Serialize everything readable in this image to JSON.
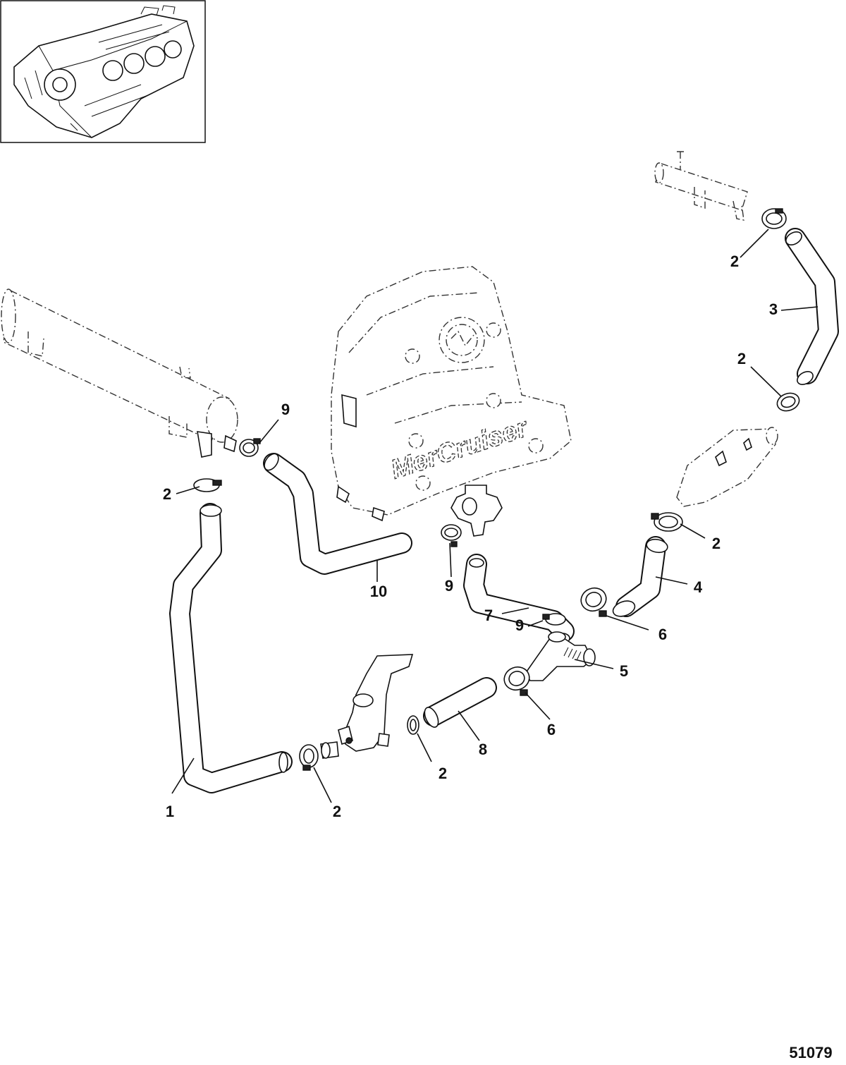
{
  "figure_number": "51079",
  "manifold_brand_text": "MerCruiser",
  "callouts": [
    {
      "id": "hose-1",
      "label": "1"
    },
    {
      "id": "clamp-2-upper-right",
      "label": "2"
    },
    {
      "id": "hose-3",
      "label": "3"
    },
    {
      "id": "clamp-2-right-middle",
      "label": "2"
    },
    {
      "id": "clamp-2-left",
      "label": "2"
    },
    {
      "id": "clamp-2-elbow",
      "label": "2"
    },
    {
      "id": "hose-4",
      "label": "4"
    },
    {
      "id": "clamp-6-upper",
      "label": "6"
    },
    {
      "id": "fitting-5",
      "label": "5"
    },
    {
      "id": "clamp-6-lower",
      "label": "6"
    },
    {
      "id": "hose-8",
      "label": "8"
    },
    {
      "id": "clamp-2-bottom-middle",
      "label": "2"
    },
    {
      "id": "clamp-2-bottom-left",
      "label": "2"
    },
    {
      "id": "hose-7",
      "label": "7"
    },
    {
      "id": "clamp-9-small",
      "label": "9"
    },
    {
      "id": "clamp-9-middle",
      "label": "9"
    },
    {
      "id": "clamp-9-top",
      "label": "9"
    },
    {
      "id": "hose-10",
      "label": "10"
    }
  ]
}
